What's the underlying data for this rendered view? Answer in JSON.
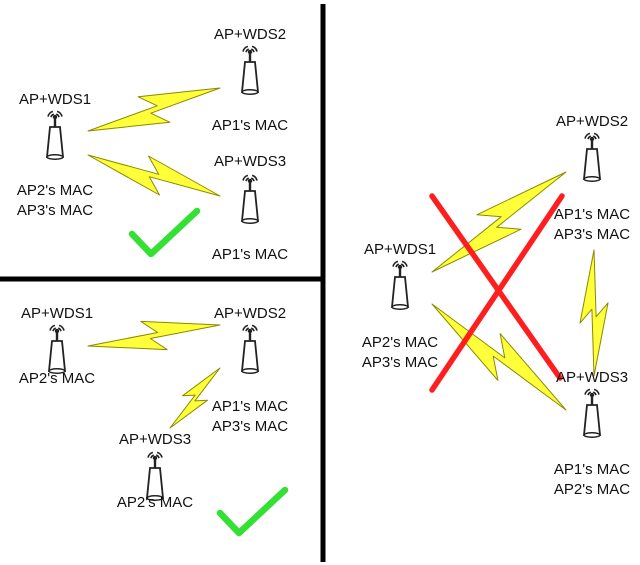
{
  "colors": {
    "bolt_fill": "#ffff3a",
    "bolt_stroke": "#8a8a00",
    "check": "#33e033",
    "cross": "#ff1e1e",
    "divider": "#000000",
    "device_body": "#ffffff",
    "device_stroke": "#222222"
  },
  "icons": {
    "device": "access-point-antenna-icon",
    "link": "lightning-bolt-icon",
    "valid": "green-checkmark-icon",
    "invalid": "red-x-icon"
  },
  "panels": {
    "top_left": {
      "verdict": "valid",
      "ap1": {
        "name": "AP+WDS1",
        "mac1": "AP2's MAC",
        "mac2": "AP3's MAC"
      },
      "ap2": {
        "name": "AP+WDS2",
        "mac1": "AP1's MAC"
      },
      "ap3": {
        "name": "AP+WDS3",
        "mac1": "AP1's MAC"
      }
    },
    "bottom_left": {
      "verdict": "valid",
      "ap1": {
        "name": "AP+WDS1",
        "mac1": "AP2's MAC"
      },
      "ap2": {
        "name": "AP+WDS2",
        "mac1": "AP1's MAC",
        "mac2": "AP3's MAC"
      },
      "ap3": {
        "name": "AP+WDS3",
        "mac1": "AP2's MAC"
      }
    },
    "right": {
      "verdict": "invalid",
      "ap1": {
        "name": "AP+WDS1",
        "mac1": "AP2's MAC",
        "mac2": "AP3's MAC"
      },
      "ap2": {
        "name": "AP+WDS2",
        "mac1": "AP1's MAC",
        "mac2": "AP3's MAC"
      },
      "ap3": {
        "name": "AP+WDS3",
        "mac1": "AP1's MAC",
        "mac2": "AP2's MAC"
      }
    }
  }
}
